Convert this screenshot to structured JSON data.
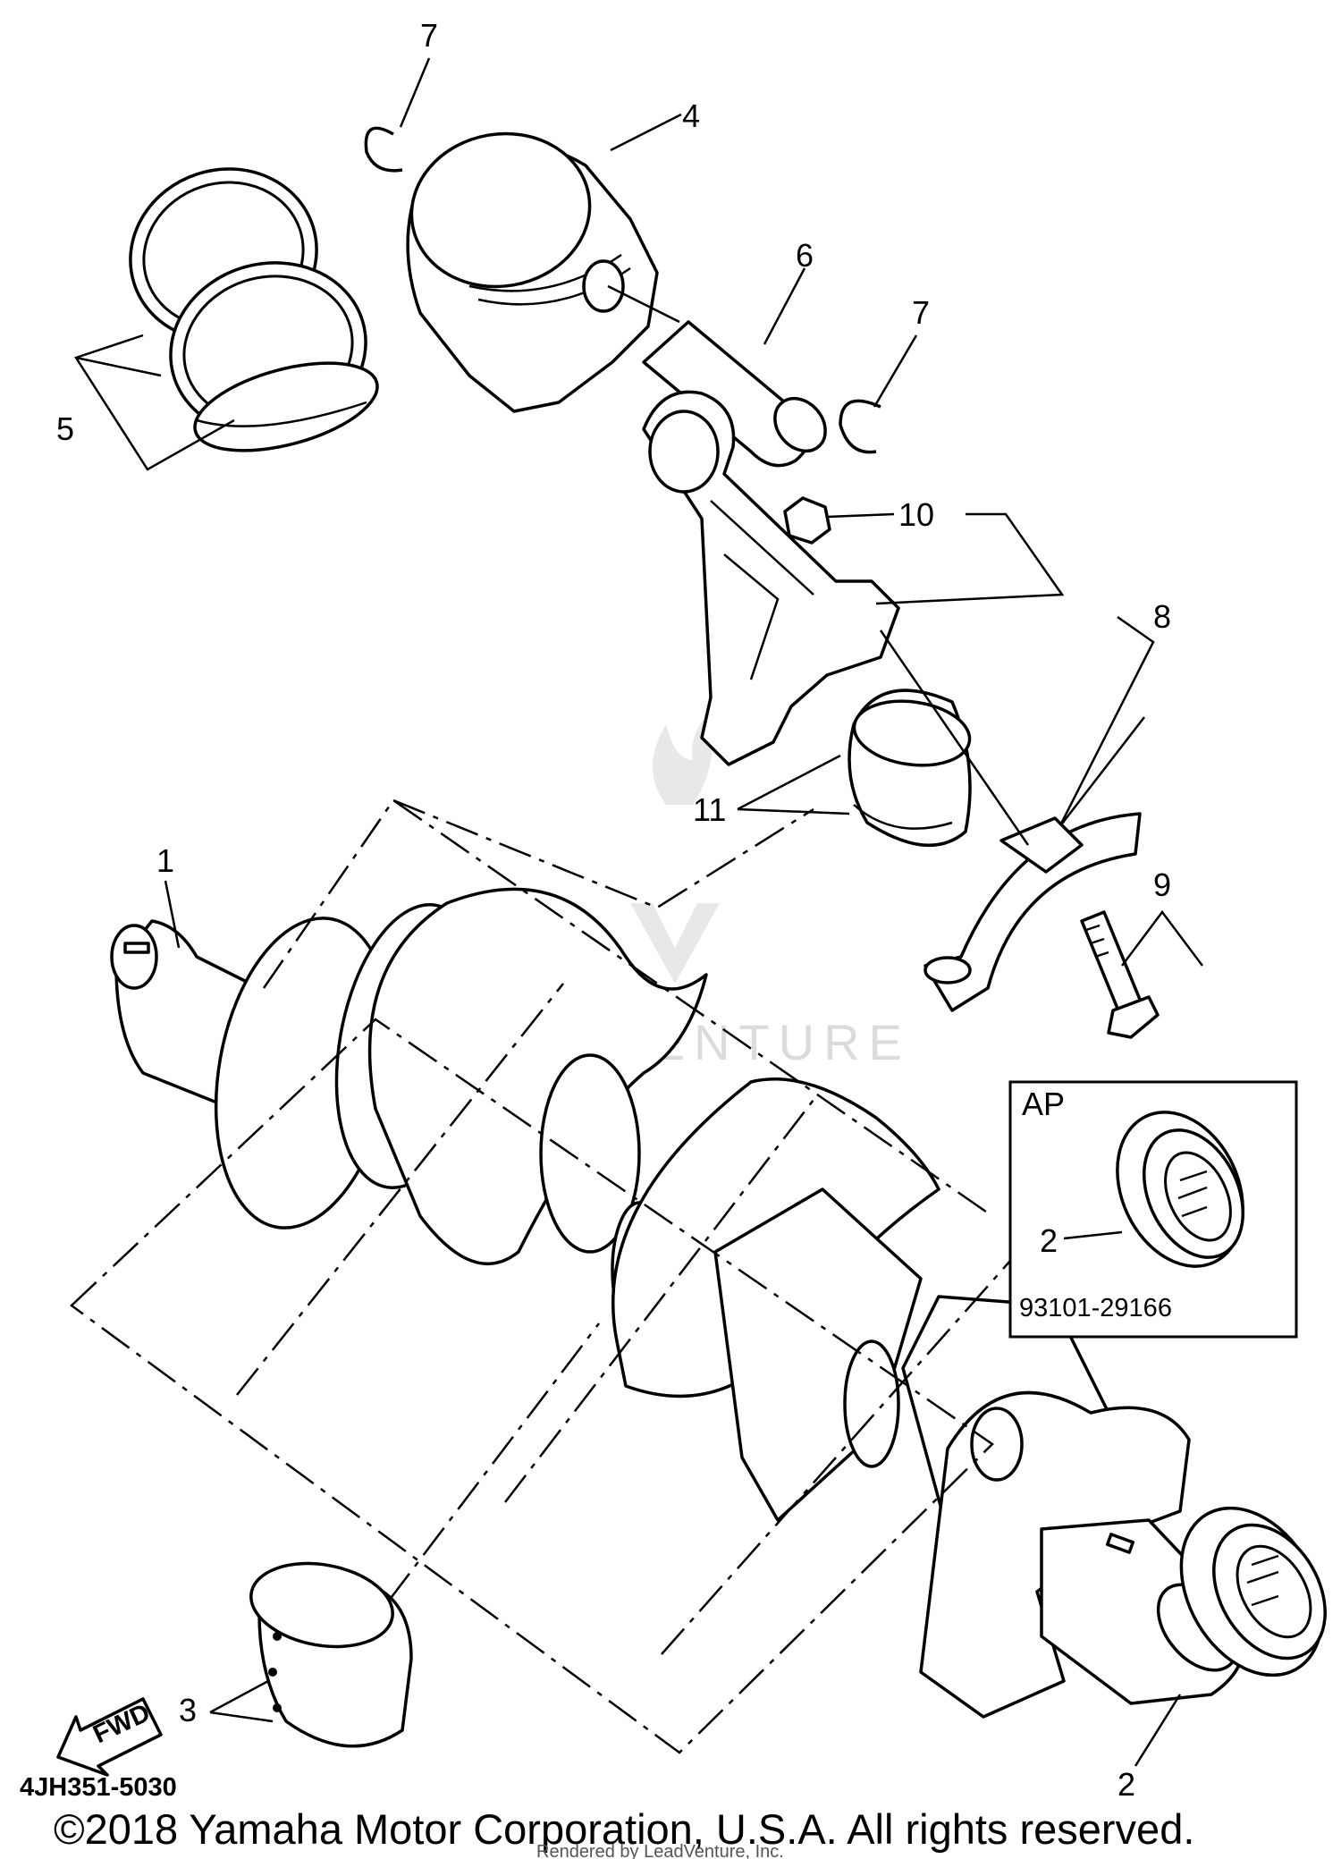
{
  "callouts": {
    "c1": "1",
    "c2_inset": "2",
    "c2_bottom": "2",
    "c3": "3",
    "c4": "4",
    "c5": "5",
    "c6": "6",
    "c7_top": "7",
    "c7_right": "7",
    "c8": "8",
    "c9": "9",
    "c10": "10",
    "c11": "11"
  },
  "inset": {
    "title": "AP",
    "part_number": "93101-29166"
  },
  "fwd_label": "FWD",
  "diagram_code": "4JH351-5030",
  "copyright": "©2018 Yamaha Motor Corporation, U.S.A. All rights reserved.",
  "rendered_by": "Rendered by LeadVenture, Inc.",
  "watermark": "LEADVENTURE"
}
